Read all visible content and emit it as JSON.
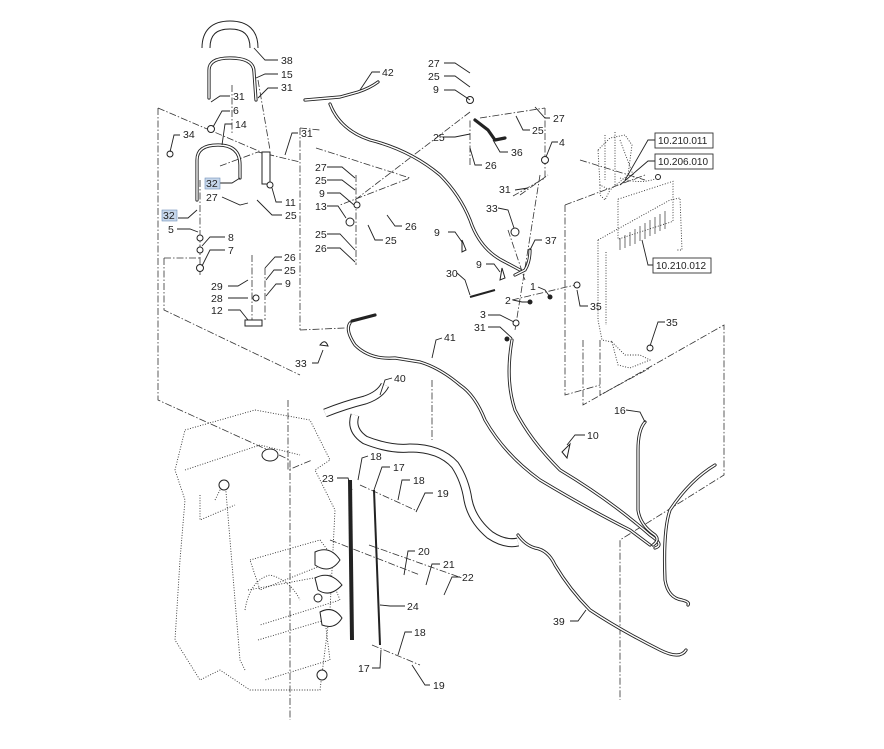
{
  "diagram": {
    "title": "Hydraulic lines exploded parts diagram",
    "highlight_color": "#c6d6ea",
    "callouts": [
      {
        "id": "c38a",
        "text": "38"
      },
      {
        "id": "c15",
        "text": "15"
      },
      {
        "id": "c31a",
        "text": "31"
      },
      {
        "id": "c31b",
        "text": "31"
      },
      {
        "id": "c6",
        "text": "6"
      },
      {
        "id": "c14",
        "text": "14"
      },
      {
        "id": "c34",
        "text": "34"
      },
      {
        "id": "c31c",
        "text": "31"
      },
      {
        "id": "c32a",
        "text": "32"
      },
      {
        "id": "c27a",
        "text": "27"
      },
      {
        "id": "c11",
        "text": "11"
      },
      {
        "id": "c25a",
        "text": "25"
      },
      {
        "id": "c32b",
        "text": "32"
      },
      {
        "id": "c5",
        "text": "5"
      },
      {
        "id": "c8",
        "text": "8"
      },
      {
        "id": "c7",
        "text": "7"
      },
      {
        "id": "c26a",
        "text": "26"
      },
      {
        "id": "c25b",
        "text": "25"
      },
      {
        "id": "c29",
        "text": "29"
      },
      {
        "id": "c9a",
        "text": "9"
      },
      {
        "id": "c28",
        "text": "28"
      },
      {
        "id": "c12",
        "text": "12"
      },
      {
        "id": "c33a",
        "text": "33"
      },
      {
        "id": "c27b",
        "text": "27"
      },
      {
        "id": "c25c",
        "text": "25"
      },
      {
        "id": "c9b",
        "text": "9"
      },
      {
        "id": "c13",
        "text": "13"
      },
      {
        "id": "c26b",
        "text": "26"
      },
      {
        "id": "c25d",
        "text": "25"
      },
      {
        "id": "c25e",
        "text": "25"
      },
      {
        "id": "c26c",
        "text": "26"
      },
      {
        "id": "c42",
        "text": "42"
      },
      {
        "id": "c27c",
        "text": "27"
      },
      {
        "id": "c25f",
        "text": "25"
      },
      {
        "id": "c9c",
        "text": "9"
      },
      {
        "id": "c27d",
        "text": "27"
      },
      {
        "id": "c25g",
        "text": "25"
      },
      {
        "id": "c25h",
        "text": "25"
      },
      {
        "id": "c36",
        "text": "36"
      },
      {
        "id": "c26d",
        "text": "26"
      },
      {
        "id": "c4",
        "text": "4"
      },
      {
        "id": "c31d",
        "text": "31"
      },
      {
        "id": "c33b",
        "text": "33"
      },
      {
        "id": "c9d",
        "text": "9"
      },
      {
        "id": "c37",
        "text": "37"
      },
      {
        "id": "c9e",
        "text": "9"
      },
      {
        "id": "c30",
        "text": "30"
      },
      {
        "id": "c1",
        "text": "1"
      },
      {
        "id": "c2",
        "text": "2"
      },
      {
        "id": "c3",
        "text": "3"
      },
      {
        "id": "c31e",
        "text": "31"
      },
      {
        "id": "c35a",
        "text": "35"
      },
      {
        "id": "c35b",
        "text": "35"
      },
      {
        "id": "c41",
        "text": "41"
      },
      {
        "id": "c40",
        "text": "40"
      },
      {
        "id": "c16",
        "text": "16"
      },
      {
        "id": "c10",
        "text": "10"
      },
      {
        "id": "c18a",
        "text": "18"
      },
      {
        "id": "c17a",
        "text": "17"
      },
      {
        "id": "c23",
        "text": "23"
      },
      {
        "id": "c18b",
        "text": "18"
      },
      {
        "id": "c19a",
        "text": "19"
      },
      {
        "id": "c20",
        "text": "20"
      },
      {
        "id": "c21",
        "text": "21"
      },
      {
        "id": "c22",
        "text": "22"
      },
      {
        "id": "c24",
        "text": "24"
      },
      {
        "id": "c18c",
        "text": "18"
      },
      {
        "id": "c17b",
        "text": "17"
      },
      {
        "id": "c19b",
        "text": "19"
      },
      {
        "id": "c39",
        "text": "39"
      }
    ],
    "section_refs": [
      {
        "id": "r1",
        "text": "10.210.011"
      },
      {
        "id": "r2",
        "text": "10.206.010"
      },
      {
        "id": "r3",
        "text": "10.210.012"
      }
    ]
  }
}
